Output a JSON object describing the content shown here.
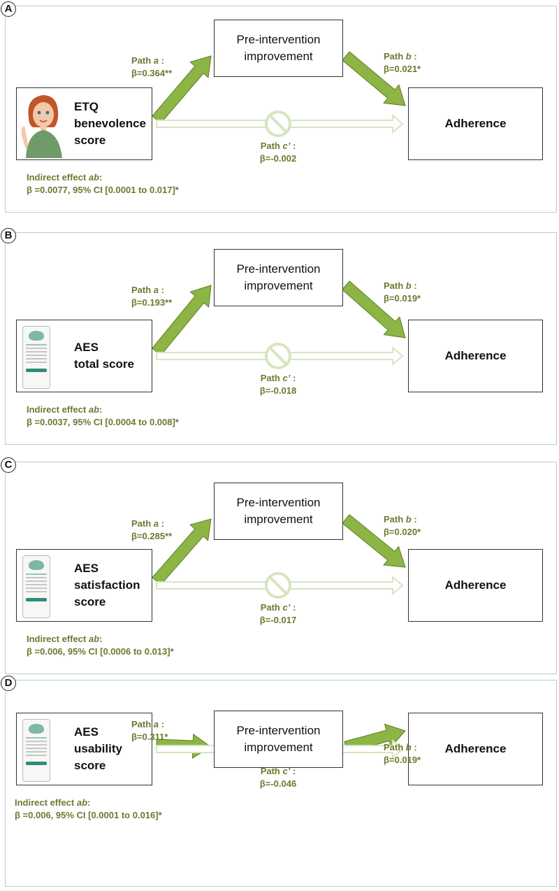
{
  "colors": {
    "arrow_green": "#8db545",
    "arrow_stroke": "#5f7d28",
    "direct_arrow": "#d6e5bf",
    "label_olive": "#6b7a2f",
    "panel_border": "#b5cfc7"
  },
  "common": {
    "mediator_line1": "Pre-intervention",
    "mediator_line2": "improvement",
    "outcome": "Adherence",
    "path_a_prefix": "Path ",
    "path_a_letter": "a",
    "path_b_prefix": "Path ",
    "path_b_letter": "b",
    "path_c_prefix": "Path ",
    "path_c_letter": "c’",
    "colon": " :",
    "indirect_prefix": "Indirect effect ",
    "indirect_letter": "ab",
    "indirect_suffix": ":"
  },
  "panels": [
    {
      "letter": "A",
      "predictor_icon": "avatar-icon",
      "predictor_lines": [
        "ETQ",
        "benevolence",
        "score"
      ],
      "path_a_beta": "β=0.364**",
      "path_b_beta": "β=0.021*",
      "path_c_beta": "β=-0.002",
      "indirect_text": "β =0.0077, 95% CI [0.0001 to 0.017]*"
    },
    {
      "letter": "B",
      "predictor_icon": "app-screen-icon",
      "predictor_lines": [
        "AES",
        "total score"
      ],
      "path_a_beta": "β=0.193**",
      "path_b_beta": "β=0.019*",
      "path_c_beta": "β=-0.018",
      "indirect_text": "β =0.0037, 95% CI [0.0004 to 0.008]*"
    },
    {
      "letter": "C",
      "predictor_icon": "app-screen-icon",
      "predictor_lines": [
        "AES",
        "satisfaction",
        "score"
      ],
      "path_a_beta": "β=0.285**",
      "path_b_beta": "β=0.020*",
      "path_c_beta": "β=-0.017",
      "indirect_text": "β =0.006, 95% CI [0.0006 to 0.013]*"
    },
    {
      "letter": "D",
      "predictor_icon": "app-screen-icon",
      "predictor_lines": [
        "AES",
        "usability",
        "score"
      ],
      "path_a_beta": "β=0.311*",
      "path_b_beta": "β=0.019*",
      "path_c_beta": "β=-0.046",
      "indirect_text": "β =0.006, 95% CI [0.0001 to 0.016]*"
    }
  ]
}
